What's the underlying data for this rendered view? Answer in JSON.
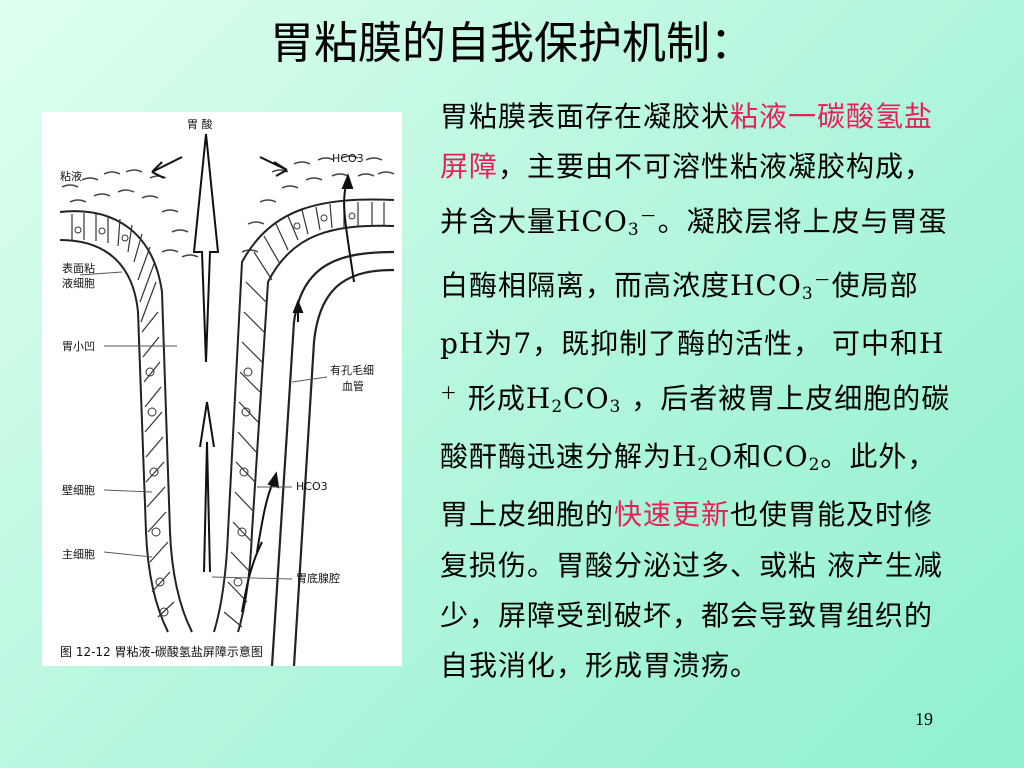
{
  "title": "胃粘膜的自我保护机制：",
  "paragraph": {
    "s1": "胃粘膜表面存在凝胶状",
    "h1": "粘液一碳酸氢盐屏障",
    "s2": "，主要由不可溶性粘液凝胶构成，并含大量",
    "hco_a": "HCO",
    "sub3_a": "3",
    "sup_minus_a": "－",
    "s3": "。凝胶层将上皮与胃蛋白酶相隔离，而高浓度",
    "hco_b": "HCO",
    "sub3_b": "3",
    "sup_minus_b": "－",
    "s4": "使局部pH为7，既抑制了酶的活性， 可中和H",
    "sup_plus": "＋",
    "s5": " 形成H",
    "sub2_a": "2",
    "co3": "CO",
    "sub3_c": "3",
    "s6": " ，后者被胃上皮细胞的碳酸酐酶迅速分解为H",
    "sub2_b": "2",
    "s7": "O和CO",
    "sub2_c": "2",
    "s8": "。此外，胃上皮细胞的",
    "h2": "快速更新",
    "s9": "也使胃能及时修复损伤。胃酸分泌过多、或粘 液产生减少，屏障受到破坏，都会导致胃组织的自我消化，形成胃溃疡。"
  },
  "figure": {
    "label_top": "胃 酸",
    "label_mucus": "粘液",
    "label_hco3_top": "HCO3",
    "label_surface1": "表面粘",
    "label_surface2": "液细胞",
    "label_pit": "胃小凹",
    "label_capillary1": "有孔毛细",
    "label_capillary2": "血管",
    "label_parietal": "壁细胞",
    "label_hco3_mid": "HCO3",
    "label_chief": "主细胞",
    "label_gland": "胃底腺腔",
    "caption": "图 12-12   胃粘液-碳酸氢盐屏障示意图"
  },
  "page_number": "19"
}
